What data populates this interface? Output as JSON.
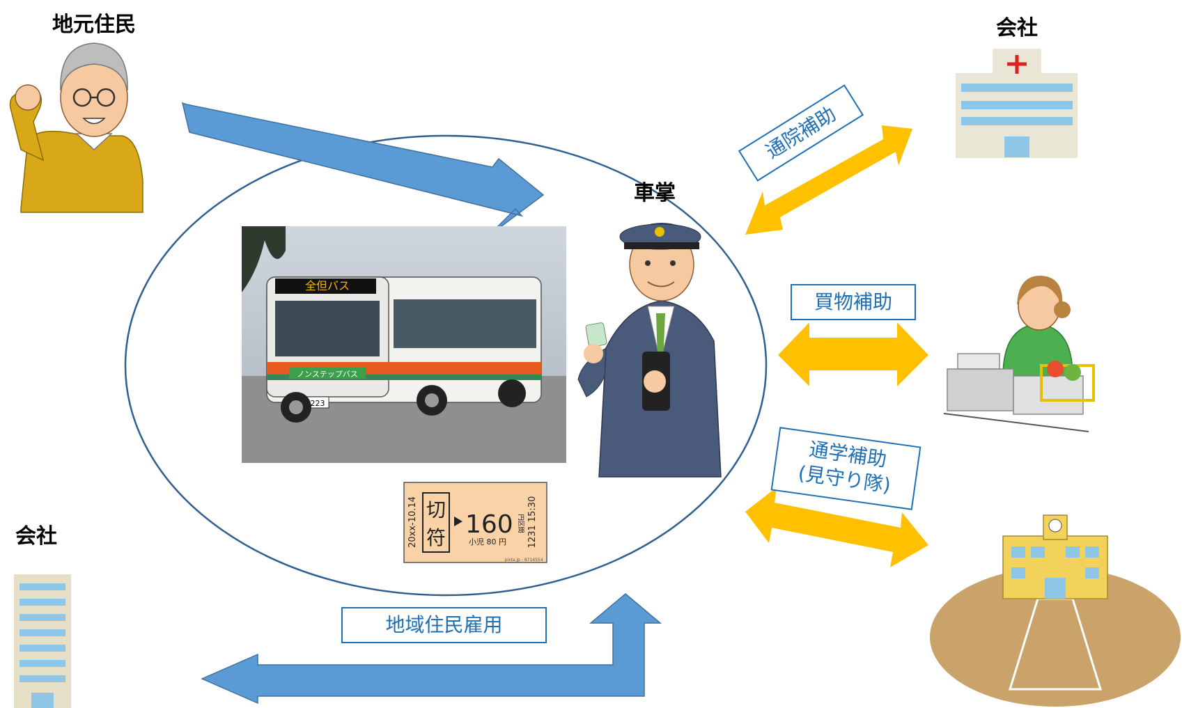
{
  "labels": {
    "resident": "地元住民",
    "company_top": "会社",
    "company_left": "会社",
    "conductor": "車掌"
  },
  "boxes": {
    "hospital_support": "通院補助",
    "shopping_support": "買物補助",
    "school_support_line1": "通学補助",
    "school_support_line2": "(見守り隊)",
    "local_employment": "地域住民雇用"
  },
  "bus": {
    "destination_sign": "全但バス",
    "side_text": "ノンステップバス",
    "plate_number": "223"
  },
  "ticket": {
    "kanji_top": "切",
    "kanji_bottom": "符",
    "date": "20xx-10.14",
    "fare": "160",
    "fare_unit": "円区間",
    "child_fare": "小児 80 円",
    "serial": "1231 15:30",
    "credit": "pixta.jp - 8714554"
  },
  "colors": {
    "blue_arrow": "#5b9bd5",
    "yellow_arrow": "#ffc000",
    "ellipse": "#2e5f8f",
    "box_border": "#1f6fb5"
  }
}
